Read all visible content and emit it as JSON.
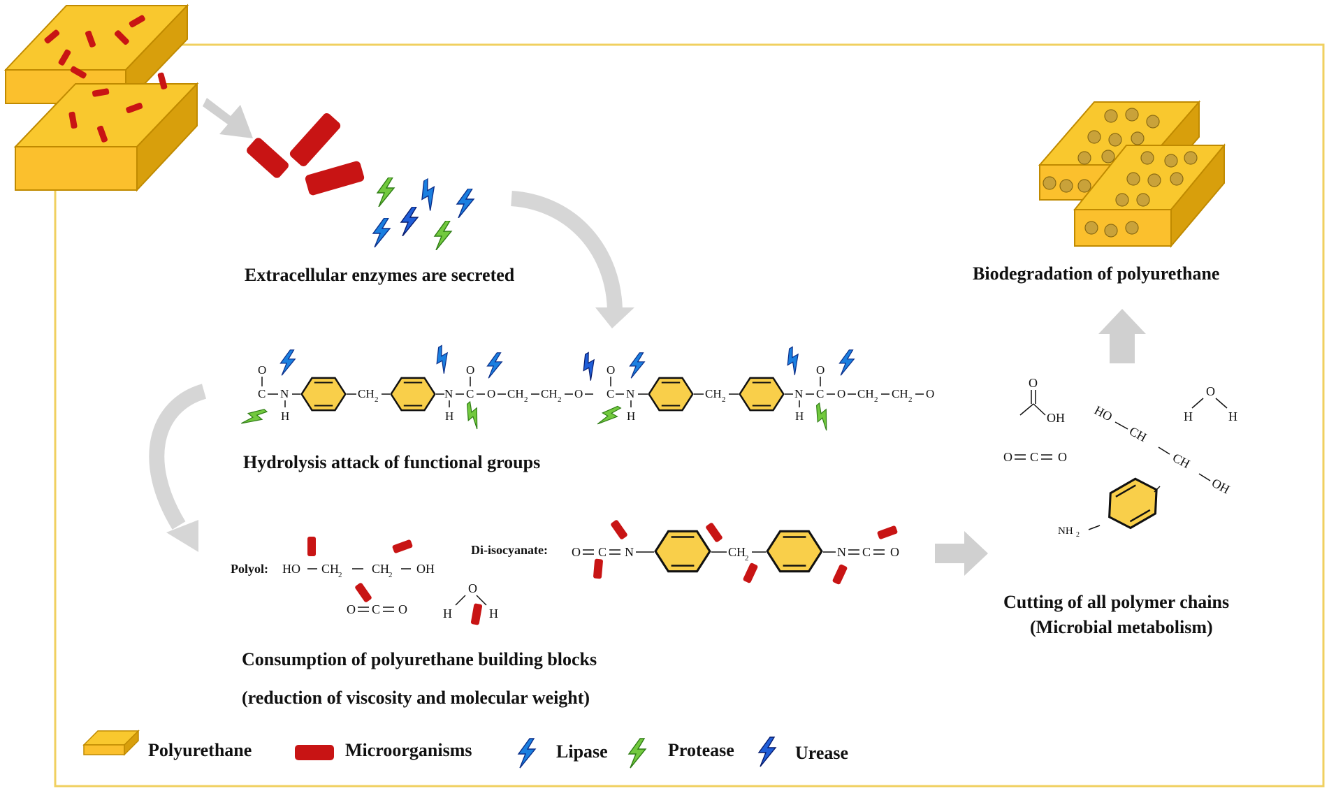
{
  "labels": {
    "extracellular": "Extracellular enzymes are secreted",
    "hydrolysis": "Hydrolysis attack of functional groups",
    "consumption_1": "Consumption of polyurethane building blocks",
    "consumption_2": "(reduction of viscosity and molecular weight)",
    "biodegradation": "Biodegradation of polyurethane",
    "cutting_1": "Cutting of all polymer chains",
    "cutting_2": "(Microbial metabolism)"
  },
  "chem": {
    "O": "O",
    "C": "C",
    "N": "N",
    "H": "H",
    "dash": "–",
    "CH2": "CH",
    "sub2": "2",
    "polyol_label": "Polyol:",
    "HO": "HO",
    "OH": "OH",
    "diiso_label": "Di-isocyanate:",
    "NH2": "NH",
    "double_bond": "="
  },
  "legend": {
    "polyurethane": "Polyurethane",
    "microorganisms": "Microorganisms",
    "lipase": "Lipase",
    "protease": "Protease",
    "urease": "Urease"
  },
  "colors": {
    "foam_top": "#f9c82e",
    "foam_front": "#fbc02d",
    "foam_side": "#d89f0c",
    "microbe": "#c81414",
    "lipase": "#1a7fe0",
    "protease": "#6cc43a",
    "urease": "#1f5ed8",
    "frame": "#f0d060",
    "arrow": "#c8c8c8",
    "ring": "#f9cf4a",
    "pore": "#c9a23a"
  }
}
